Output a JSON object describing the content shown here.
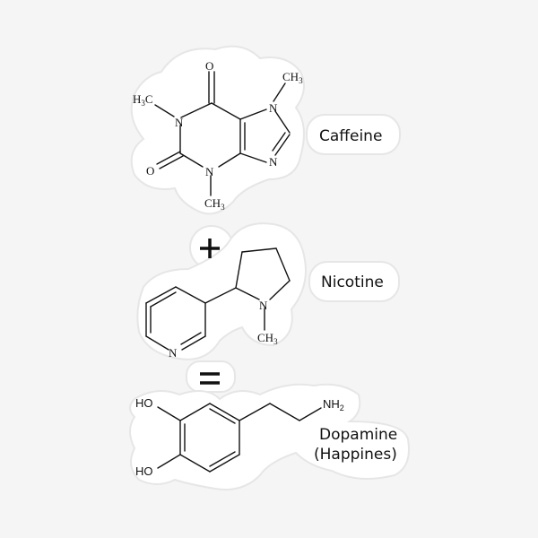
{
  "background_color": "#f5f5f5",
  "sticker_color": "#ffffff",
  "ink_color": "#111111",
  "molecules": [
    {
      "name": "caffeine",
      "label": "Caffeine",
      "atoms": {
        "o_top": "O",
        "o_left": "O",
        "n1": "N",
        "n3": "N",
        "n7": "N",
        "n9": "N",
        "me1": "H3C",
        "me3": "CH3",
        "me7": "CH3"
      }
    },
    {
      "name": "nicotine",
      "label": "Nicotine",
      "atoms": {
        "n_pyr": "N",
        "n_pyrrol": "N",
        "me": "CH3"
      }
    },
    {
      "name": "dopamine",
      "label_line1": "Dopamine",
      "label_line2": "(Happines)",
      "atoms": {
        "ho1": "HO",
        "ho2": "HO",
        "nh2": "NH2"
      }
    }
  ],
  "operators": {
    "plus": "+",
    "equals": "="
  }
}
